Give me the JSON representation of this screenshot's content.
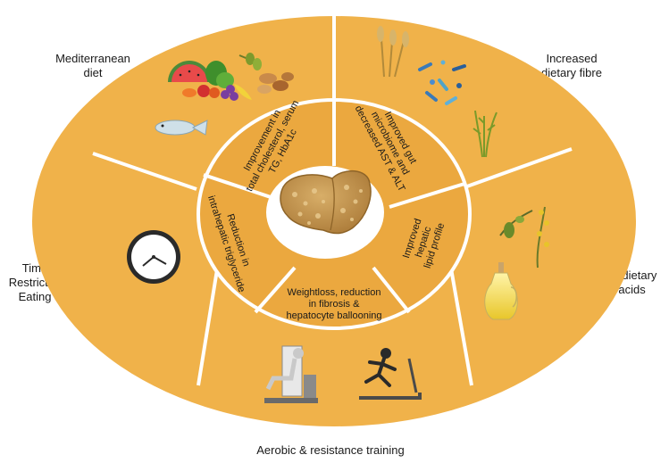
{
  "outer_labels": {
    "mediterranean": [
      "Mediterranean",
      "diet"
    ],
    "fibre": [
      "Increased",
      "dietary fibre"
    ],
    "time_restricted": [
      "Time",
      "Restricted",
      "Eating"
    ],
    "fatty_acids": [
      "Altered dietary",
      "fatty acids"
    ],
    "exercise": "Aerobic & resistance training"
  },
  "inner_labels": {
    "cholesterol": [
      "Improvement in",
      "total cholesterol, serum",
      "TG, HbA1c"
    ],
    "gut": [
      "Improved gut",
      "microbiome and",
      "decreased AST & ALT"
    ],
    "triglyceride": [
      "Reduction in",
      "intrahepatic triglyceride"
    ],
    "lipid": [
      "Improved",
      "hepatic",
      "lipid profile"
    ],
    "weightloss": [
      "Weightloss, reduction",
      "in fibrosis &",
      "hepatocyte ballooning"
    ]
  },
  "colors": {
    "outer_ring": "#f0b24a",
    "inner_ring": "#eba83f",
    "divider": "#ffffff",
    "liver": "#c99a55"
  },
  "icons": [
    "fruit-vegetable-icon",
    "nuts-icon",
    "fish-icon",
    "wheat-icon",
    "bacteria-icon",
    "grass-icon",
    "clock-icon",
    "olive-branch-icon",
    "oil-bottle-icon",
    "liver-icon",
    "gym-machine-icon",
    "treadmill-runner-icon"
  ]
}
